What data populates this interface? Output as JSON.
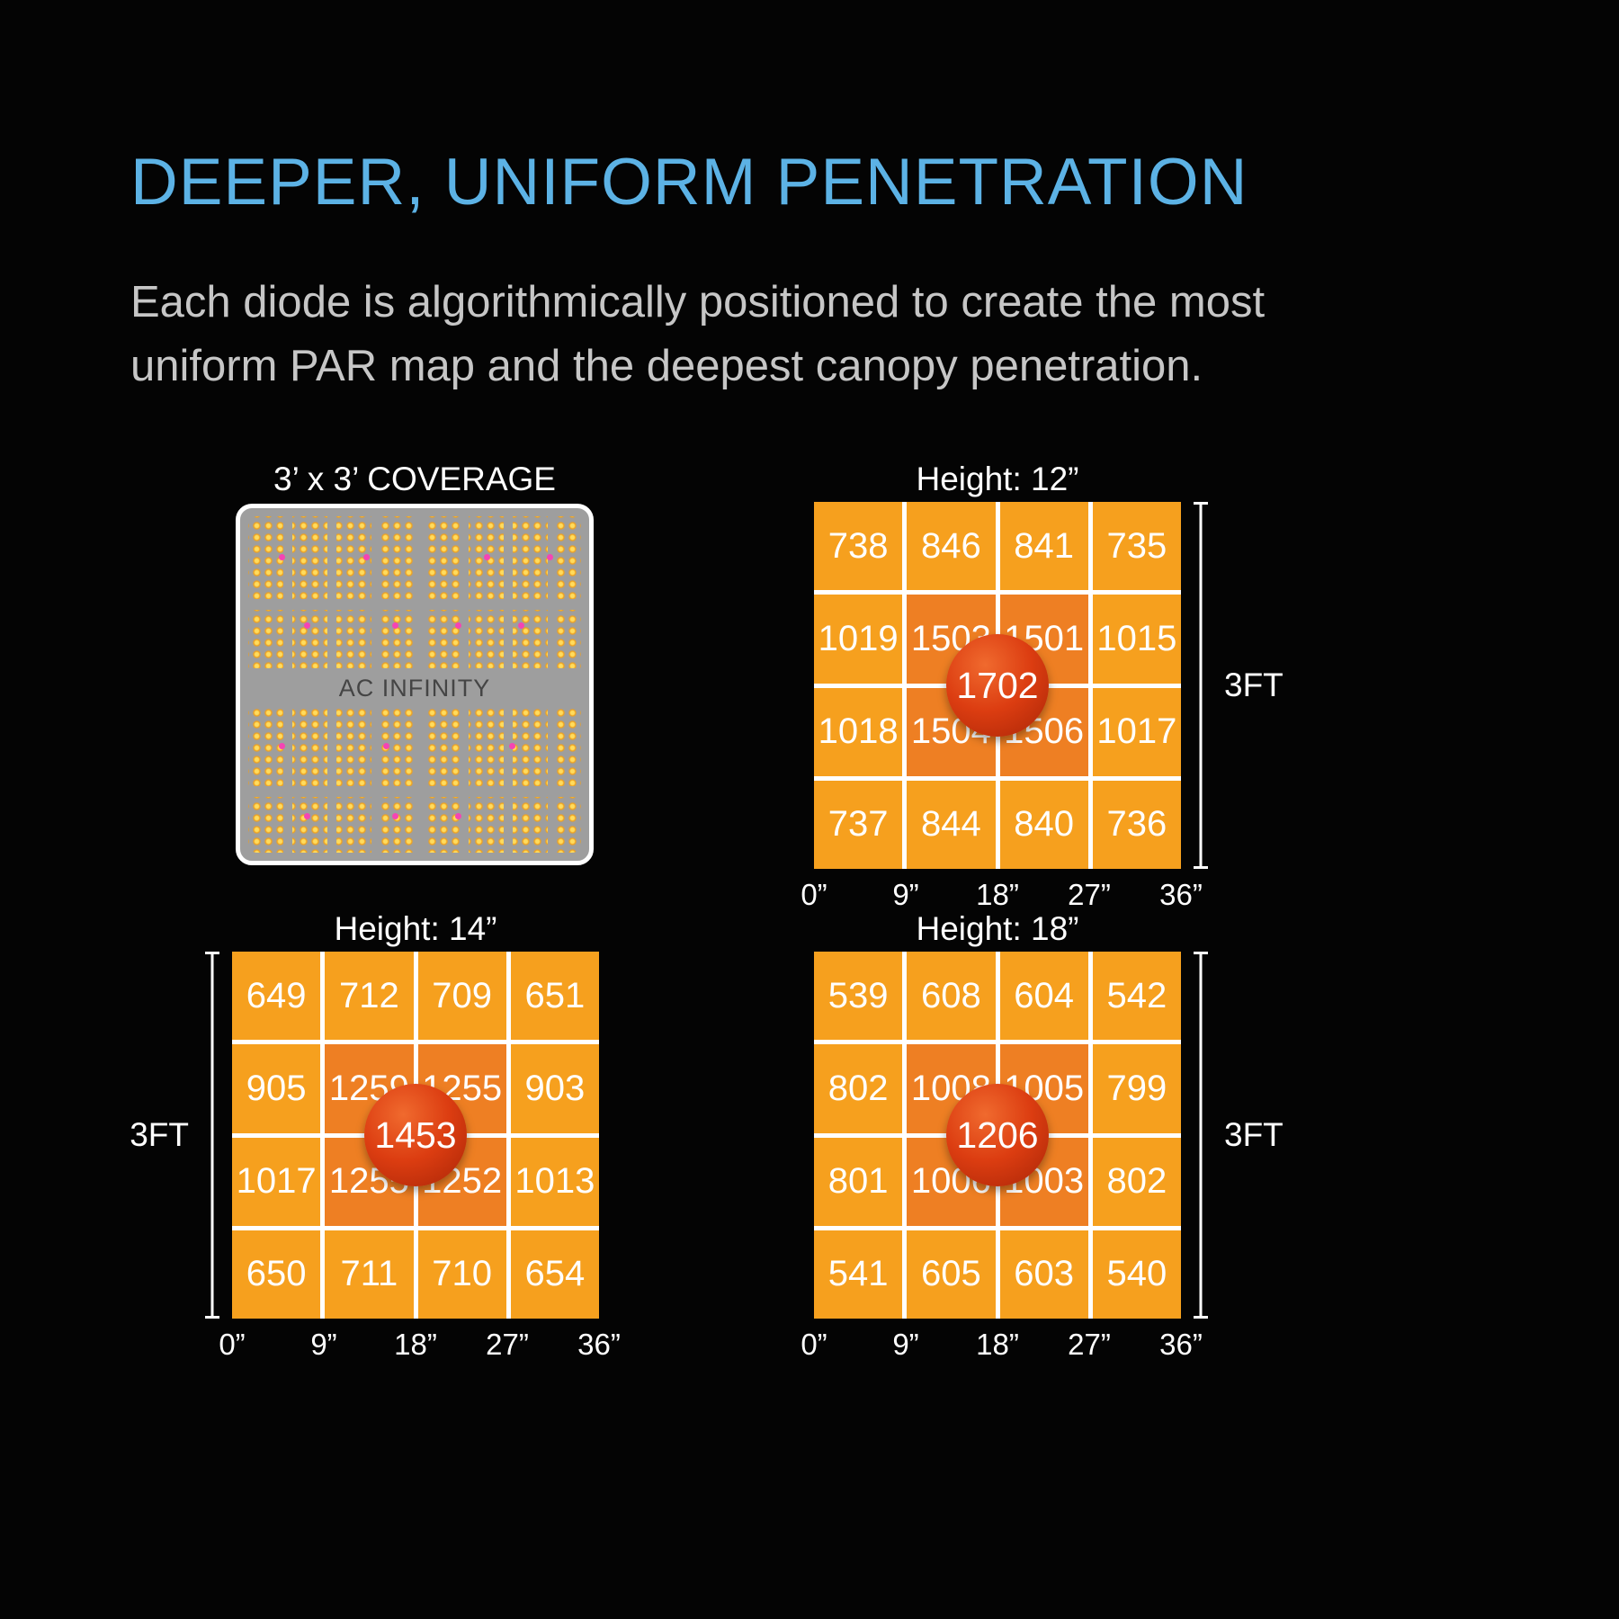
{
  "page": {
    "heading": "DEEPER, UNIFORM PENETRATION",
    "body": "Each diode is algorithmically positioned to create the most uniform PAR map and the deepest canopy penetration."
  },
  "fixture": {
    "title": "3’ x 3’ COVERAGE",
    "brand": "AC INFINITY"
  },
  "colors": {
    "heading_blue": "#5CB2E5",
    "body_gray": "#C6C6C6",
    "cell_orange": "#F6A01E",
    "cell_inner_orange": "#EE7F23",
    "center_red": "#DC3D11",
    "fixture_gray": "#9E9E9E",
    "diode_yellow": "#EF9F1B",
    "background": "#040404"
  },
  "chart_data": [
    {
      "type": "heatmap",
      "title": "Height: 12”",
      "rows": [
        [
          738,
          846,
          841,
          735
        ],
        [
          1019,
          1503,
          1501,
          1015
        ],
        [
          1018,
          1504,
          1506,
          1017
        ],
        [
          737,
          844,
          840,
          736
        ]
      ],
      "center_value": 1702,
      "x_ticks": [
        "0”",
        "9”",
        "18”",
        "27”",
        "36”"
      ],
      "side_label": "3FT"
    },
    {
      "type": "heatmap",
      "title": "Height: 14”",
      "rows": [
        [
          649,
          712,
          709,
          651
        ],
        [
          905,
          1259,
          1255,
          903
        ],
        [
          1017,
          1255,
          1252,
          1013
        ],
        [
          650,
          711,
          710,
          654
        ]
      ],
      "center_value": 1453,
      "x_ticks": [
        "0”",
        "9”",
        "18”",
        "27”",
        "36”"
      ],
      "side_label": "3FT"
    },
    {
      "type": "heatmap",
      "title": "Height: 18”",
      "rows": [
        [
          539,
          608,
          604,
          542
        ],
        [
          802,
          1008,
          1005,
          799
        ],
        [
          801,
          1006,
          1003,
          802
        ],
        [
          541,
          605,
          603,
          540
        ]
      ],
      "center_value": 1206,
      "x_ticks": [
        "0”",
        "9”",
        "18”",
        "27”",
        "36”"
      ],
      "side_label": "3FT"
    }
  ]
}
